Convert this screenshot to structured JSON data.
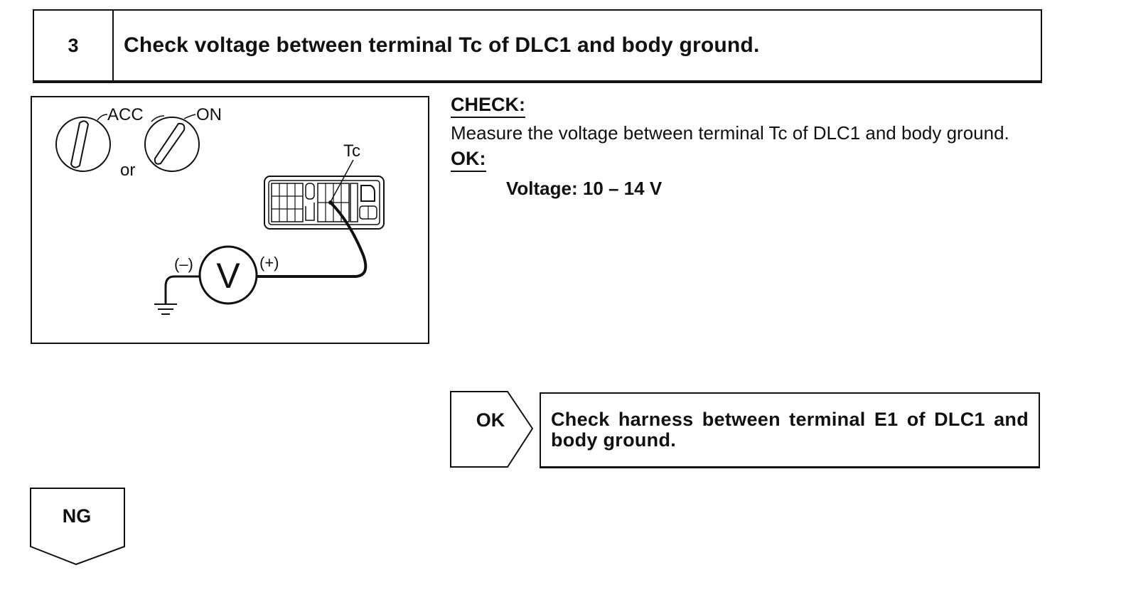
{
  "step": {
    "number": "3",
    "title": "Check voltage between terminal Tc of DLC1 and body ground."
  },
  "illustration": {
    "switch_acc_label": "ACC",
    "switch_on_label": "ON",
    "or_label": "or",
    "terminal_label": "Tc",
    "meter_symbol": "V",
    "negative_lead_label": "(–)",
    "positive_lead_label": "(+)",
    "icons": [
      "ignition-switch-acc-icon",
      "ignition-switch-on-icon",
      "dlc1-connector-icon",
      "voltmeter-icon",
      "ground-symbol-icon"
    ]
  },
  "check": {
    "heading": "CHECK:",
    "description": "Measure the voltage between terminal Tc of DLC1 and body ground.",
    "ok_heading": "OK:",
    "spec": "Voltage: 10 – 14 V"
  },
  "ok_flow": {
    "tag": "OK",
    "result": "Check harness between terminal E1 of DLC1 and body ground."
  },
  "ng_flow": {
    "tag": "NG"
  }
}
